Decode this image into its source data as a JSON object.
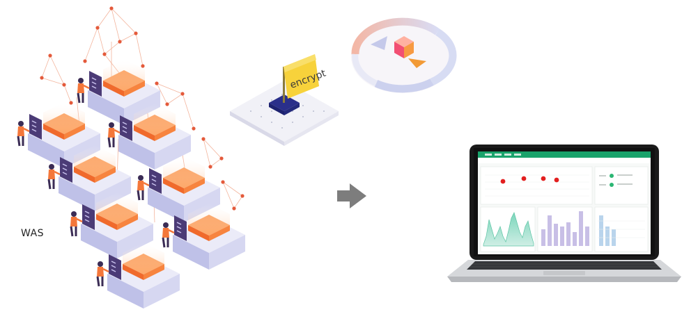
{
  "diagram": {
    "server_cluster_label": "WAS",
    "encrypt_flag_text": "encrypt",
    "arrow_direction": "right"
  },
  "icons": {
    "cluster": "server-cluster-illustration",
    "encrypt": "encrypt-flag-pad-icon",
    "cycle": "processing-cycle-icon",
    "arrow": "right-arrow-icon",
    "laptop": "laptop-dashboard-icon"
  },
  "colors": {
    "orange": "#f6883a",
    "purple_dark": "#4b3b76",
    "lavender": "#cfd0ee",
    "arrow_gray": "#7d7d7d",
    "flag_yellow": "#f7d23b",
    "dashboard_green": "#1aa36b",
    "dot_red": "#e21f1f"
  }
}
